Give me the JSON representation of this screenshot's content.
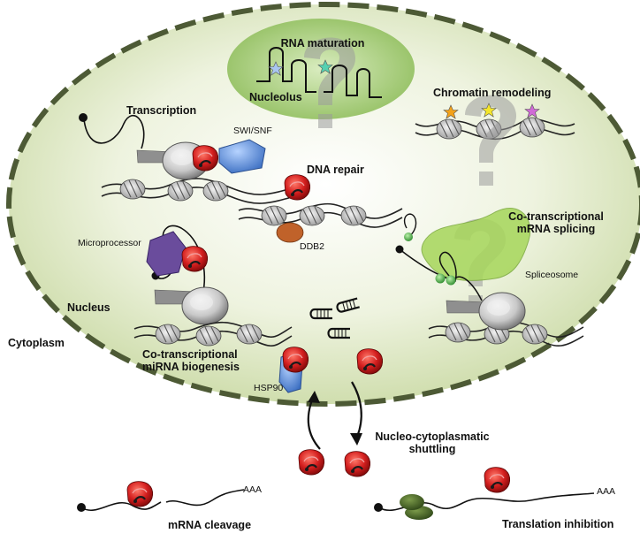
{
  "labels": {
    "rna_maturation": "RNA maturation",
    "nucleolus": "Nucleolus",
    "chromatin_remodeling": "Chromatin remodeling",
    "transcription": "Transcription",
    "swi_snf": "SWI/SNF",
    "dna_repair": "DNA repair",
    "ddb2": "DDB2",
    "co_transcriptional_splicing": "Co-transcriptional\nmRNA splicing",
    "spliceosome": "Spliceosome",
    "microprocessor": "Microprocessor",
    "nucleus": "Nucleus",
    "cytoplasm": "Cytoplasm",
    "co_transcriptional_mirna": "Co-transcriptional\nmiRNA biogenesis",
    "hsp90": "HSP90",
    "shuttling": "Nucleo-cytoplasmatic\nshuttling",
    "aaa_left": "AAA",
    "aaa_right": "AAA",
    "mrna_cleavage": "mRNA cleavage",
    "translation_inhibition": "Translation inhibition"
  },
  "colors": {
    "nucleus_fill": "#dfe9c6",
    "nucleus_border": "#4d5a35",
    "nucleolus_fill": "#9cc46e",
    "ago_red": "#d41f1f",
    "swi_snf_blue": "#5f8fd6",
    "ddb2_orange": "#c0622a",
    "microprocessor_purple": "#6a4c9c",
    "spliceosome_green": "#a6d65a",
    "question_mark_gray": "#9a9a9a"
  }
}
